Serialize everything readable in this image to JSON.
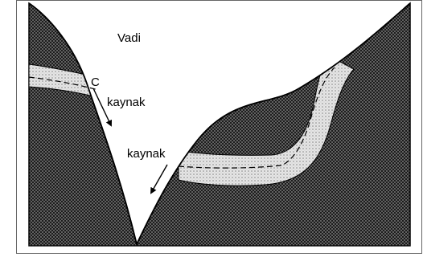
{
  "labels": {
    "valley": "Vadi",
    "point_c": "C",
    "spring_upper": "kaynak",
    "spring_lower": "kaynak"
  },
  "colors": {
    "rock_fill": "#1c1c1c",
    "rock_dot": "#9a9a9a",
    "aquifer_fill": "#e3e3e3",
    "aquifer_dot": "#7a7a7a",
    "outline": "#000000",
    "frame": "#666666",
    "background": "#ffffff"
  }
}
